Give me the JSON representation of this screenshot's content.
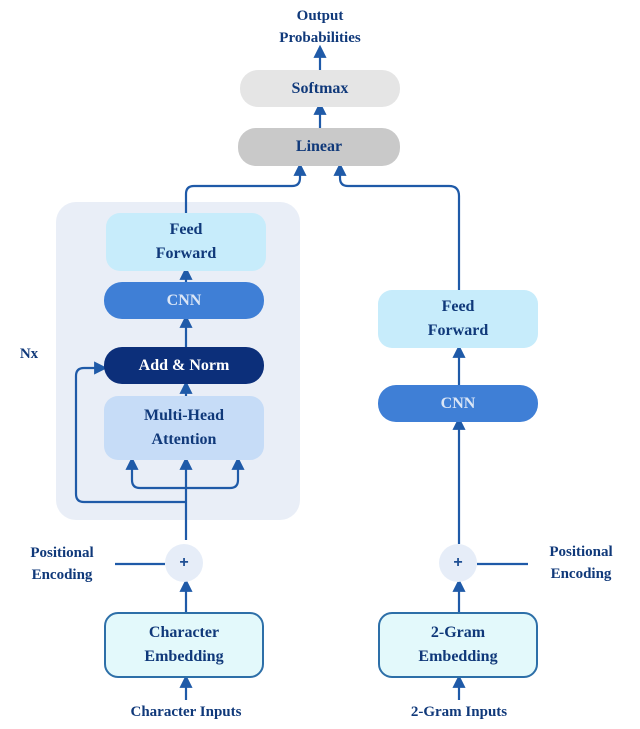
{
  "output_label": "Output\nProbabilities",
  "softmax_label": "Softmax",
  "linear_label": "Linear",
  "nx_label": "Nx",
  "encoder": {
    "feed_forward": "Feed\nForward",
    "cnn": "CNN",
    "add_norm": "Add & Norm",
    "attention": "Multi-Head\nAttention"
  },
  "ngram_branch": {
    "feed_forward": "Feed\nForward",
    "cnn": "CNN"
  },
  "plus_symbol": "+",
  "positional_encoding_left": "Positional\nEncoding",
  "positional_encoding_right": "Positional\nEncoding",
  "character_embedding": "Character\nEmbedding",
  "gram_embedding": "2-Gram\nEmbedding",
  "character_inputs": "Character Inputs",
  "gram_inputs": "2-Gram Inputs",
  "colors": {
    "arrow": "#1f5aa8",
    "softmax_fill": "#e5e5e5",
    "linear_fill": "#c9c9c9",
    "feed_forward_fill": "#c7ecfb",
    "cnn_fill": "#3f7fd6",
    "add_norm_fill": "#0c2f7a",
    "attention_fill": "#c6dcf7",
    "embedding_fill": "#e3f9fb",
    "embedding_border": "#2d6fa8",
    "panel_fill": "#e9eef7",
    "text_dark": "#10397a"
  }
}
